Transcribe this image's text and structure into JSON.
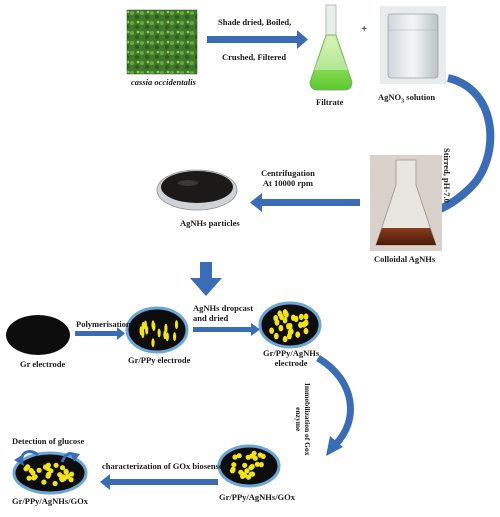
{
  "labels": {
    "step1_line1": "Shade dried, Boiled,",
    "step1_line2": "Crushed, Filtered",
    "plant": "cassia occidentalis",
    "filtrate": "Filtrate",
    "plus": "+",
    "agno3_pre": "AgNO",
    "agno3_sub": "3",
    "agno3_post": " solution",
    "stirred": "Stirred, pH-7.0",
    "centrifugation_line1": "Centrifugation",
    "centrifugation_line2": "At 10000 rpm",
    "colloidal": "Colloidal AgNHs",
    "particles": "AgNHs particles",
    "polymerisation": "Polymerisation",
    "dropcast_line1": "AgNHs dropcast",
    "dropcast_line2": "and dried",
    "gr_electrode": "Gr electrode",
    "gr_ppy": "Gr/PPy electrode",
    "gr_ppy_agnhs_line1": "Gr/PPy/AgNHs",
    "gr_ppy_agnhs_line2": "electrode",
    "immobilization_line1": "Immobilization of Gox",
    "immobilization_line2": "enzyme",
    "characterization": "characterization of GOx biosensor",
    "detection": "Detection of glucose",
    "final_left": "Gr/PPy/AgNHs/GOx",
    "final_right": "Gr/PPy/AgNHs/GOx"
  },
  "colors": {
    "arrow": "#3a6db5",
    "electrode_ring": "#6aa6d8",
    "nanoparticle": "#f2e21a",
    "filtrate_green": "#7fdc3a",
    "colloid_brown": "#6b2a14"
  }
}
